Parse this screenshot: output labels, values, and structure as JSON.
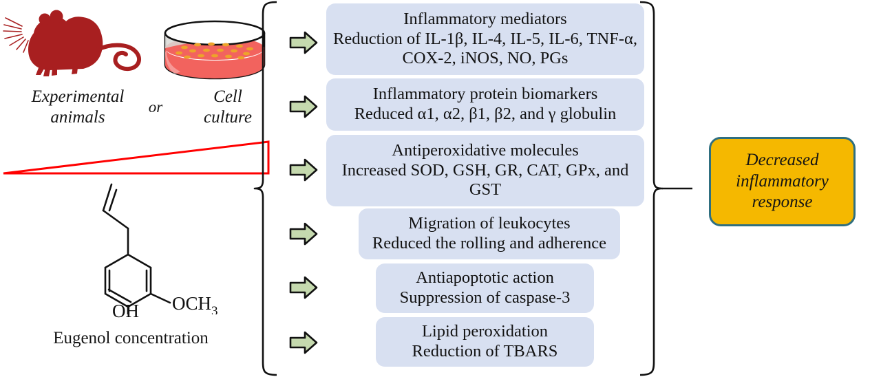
{
  "figure": {
    "type": "flow-diagram",
    "subject": "Eugenol anti-inflammatory mechanisms"
  },
  "inputs": {
    "animals_label_line1": "Experimental",
    "animals_label_line2": "animals",
    "or_label": "or",
    "cell_label_line1": "Cell",
    "cell_label_line2": "culture",
    "gradient_label": "Eugenol concentration",
    "molecule_name": "eugenol",
    "substituent_methoxy": "OCH",
    "substituent_methoxy_sub": "3",
    "substituent_hydroxyl": "OH"
  },
  "effects": [
    {
      "id": "inflammatory-mediators",
      "lines": [
        "Inflammatory mediators",
        "Reduction of IL-1β, IL-4, IL-5, IL-6, TNF-α,",
        "COX-2, iNOS, NO, PGs"
      ]
    },
    {
      "id": "inflammatory-protein-biomarkers",
      "lines": [
        "Inflammatory protein biomarkers",
        "Reduced α1, α2, β1, β2, and γ globulin"
      ]
    },
    {
      "id": "antiperoxidative-molecules",
      "lines": [
        "Antiperoxidative molecules",
        "Increased SOD, GSH, GR, CAT, GPx, and",
        "GST"
      ]
    },
    {
      "id": "migration-of-leukocytes",
      "lines": [
        "Migration of leukocytes",
        "Reduced the rolling and adherence"
      ]
    },
    {
      "id": "antiapoptotic-action",
      "lines": [
        "Antiapoptotic action",
        "Suppression of caspase-3"
      ]
    },
    {
      "id": "lipid-peroxidation",
      "lines": [
        "Lipid peroxidation",
        "Reduction of TBARS"
      ]
    }
  ],
  "outcome": {
    "lines": [
      "Decreased",
      "inflammatory",
      "response"
    ]
  },
  "colors": {
    "box_fill": "#d8e0f1",
    "outcome_fill": "#f5b800",
    "outcome_border": "#2f6f80",
    "arrow_fill": "#c5d9ae",
    "arrow_stroke": "#111111",
    "mouse": "#a81f20",
    "gradient_stroke": "#ff0000",
    "dish_medium": "#f2635e",
    "dish_colony": "#eda32a"
  }
}
